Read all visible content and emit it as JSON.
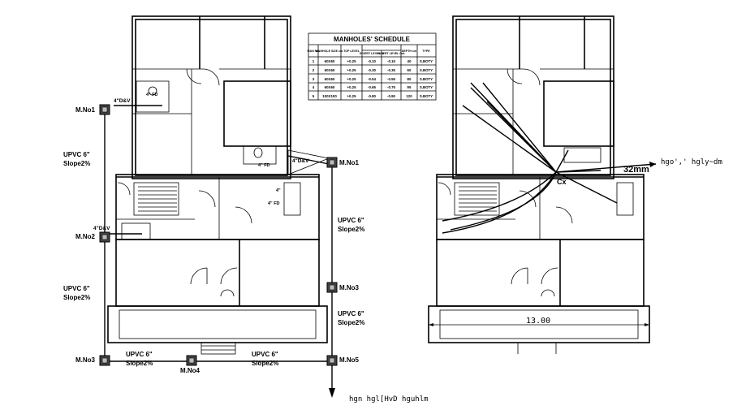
{
  "schedule": {
    "title": "MANHOLES' SCHEDULE",
    "headers": [
      "MAN No.",
      "MANHOLE SIZE cm.",
      "TOP LEVEL",
      "INVERT LEVEL In",
      "INVERT LEVEL Out",
      "DEPTH cm",
      "TYPE"
    ],
    "rows": [
      [
        "1",
        "60X60",
        "+0.25",
        "-0.10",
        "-0.15",
        "40",
        "S.BOTY"
      ],
      [
        "2",
        "60X60",
        "+0.25",
        "-0.30",
        "-0.35",
        "60",
        "S.BOTY"
      ],
      [
        "3",
        "60X60",
        "+0.25",
        "-0.54",
        "-0.55",
        "80",
        "S.BOTY"
      ],
      [
        "4",
        "60X60",
        "+0.25",
        "-0.65",
        "-0.75",
        "95",
        "S.BOTY"
      ],
      [
        "5",
        "100X100",
        "+0.25",
        "-0.80",
        "-0.90",
        "120",
        "S.BOTY"
      ]
    ]
  },
  "manholes": {
    "mno1_left": "M.No1",
    "mno1_right": "M.No1",
    "mno2": "M.No2",
    "mno3_left": "M.No3",
    "mno3_right": "M.No3",
    "mno4": "M.No4",
    "mno5": "M.No5"
  },
  "pipes": {
    "upvc": "UPVC 6\"",
    "slope": "Slope2%",
    "dv": "4\"D&V",
    "fd": "4\" FD",
    "fd_short": "4\""
  },
  "right_plan": {
    "cx": "Cx",
    "dim_32": "32mm",
    "dim_1300": "13.00",
    "garbled1": "hgo',' hgly~dm"
  },
  "bottom_note": "hgn hgl[HvD hguhlm"
}
